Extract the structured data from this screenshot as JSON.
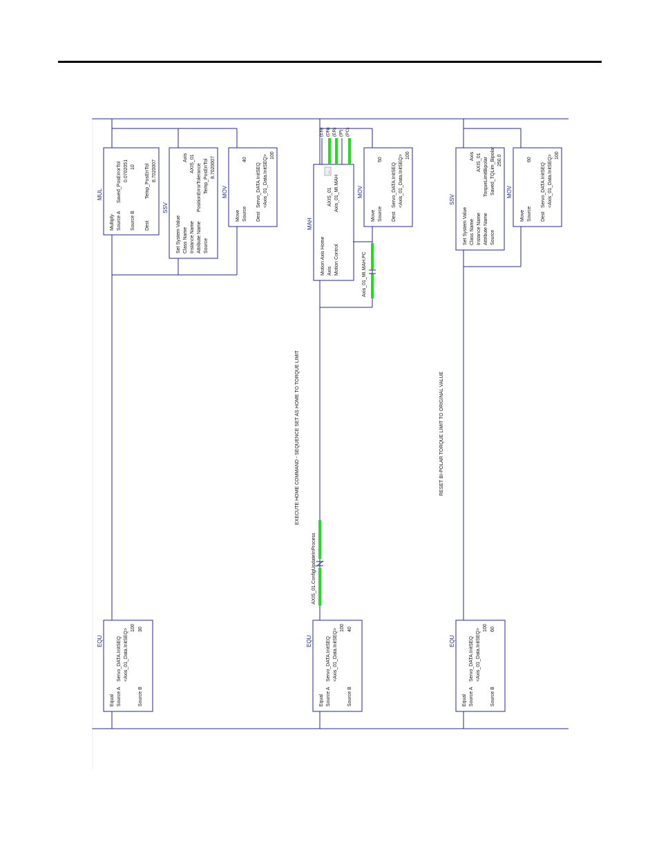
{
  "rungs": [
    {
      "equ": {
        "title": "EQU",
        "instr": "Equal",
        "src_a_label": "Source A",
        "src_a_tag": "Servo_DATA.InitSEQ",
        "src_a_val": "<Axis_01_Data.InitSEQ>",
        "src_a_num": "100",
        "src_b_label": "Source B",
        "src_b_val": "30"
      },
      "comment": "",
      "mul": {
        "title": "MUL",
        "instr": "Multiply",
        "src_a_label": "Source A",
        "src_a_tag": "Saved_PosErrorTol",
        "src_a_val": "0.0702051",
        "src_b_label": "Source B",
        "src_b_val": "10",
        "dest_label": "Dest",
        "dest_tag": "Temp_PosErrTol",
        "dest_val": "8.7020007"
      },
      "ssv": {
        "title": "SSV",
        "instr": "Set System Value",
        "cls_label": "Class Name",
        "cls_val": "Axis",
        "inst_label": "Instance Name",
        "inst_val": "AXIS_01",
        "attr_label": "Attribute Name",
        "attr_val": "PositionErrorTolerance",
        "src_label": "Source",
        "src_tag": "Temp_PosErrTol",
        "src_val": "8.7020007"
      },
      "mov": {
        "title": "MOV",
        "instr": "Move",
        "src_label": "Source",
        "src_val": "40",
        "dest_label": "Dest",
        "dest_tag": "Servo_DATA.InitSEQ",
        "dest_val": "<Axis_01_Data.InitSEQ>",
        "dest_num": "100"
      }
    },
    {
      "equ": {
        "title": "EQU",
        "instr": "Equal",
        "src_a_label": "Source A",
        "src_a_tag": "Servo_DATA.InitSEQ",
        "src_a_val": "<Axis_01_Data.InitSEQ>",
        "src_a_num": "100",
        "src_b_label": "Source B",
        "src_b_val": "40"
      },
      "comment": "EXECUTE HOME COMMAND - SEQUENCE SET AS HOME TO TORQUE LIMIT",
      "xio_tag": "AXIS_01.ConfigUpdateInProcess",
      "mah": {
        "title": "MAH",
        "instr": "Motion Axis Home",
        "axis_label": "Axis",
        "axis_val": "AXIS_01",
        "ellipsis": "...",
        "mc_label": "Motion Control",
        "mc_val": "Axis_01_MI.MAH",
        "bits": [
          "EN",
          "DN",
          "ER",
          "IP",
          "PC"
        ]
      },
      "mov": {
        "title": "MOV",
        "instr": "Move",
        "src_label": "Source",
        "src_val": "50",
        "dest_label": "Dest",
        "dest_tag": "Servo_DATA.InitSEQ",
        "dest_val": "<Axis_01_Data.InitSEQ>",
        "dest_num": "100"
      },
      "branch_tag": "Axis_01_MI.MAH.PC"
    },
    {
      "equ": {
        "title": "EQU",
        "instr": "Equal",
        "src_a_label": "Source A",
        "src_a_tag": "Servo_DATA.InitSEQ",
        "src_a_val": "<Axis_01_Data.InitSEQ>",
        "src_a_num": "100",
        "src_b_label": "Source B",
        "src_b_val": "60"
      },
      "comment": "RESET BI-POLAR TORQUE LIMIT TO ORIGINAL VALUE",
      "ssv": {
        "title": "SSV",
        "instr": "Set System Value",
        "cls_label": "Class Name",
        "cls_val": "Axis",
        "inst_label": "Instance Name",
        "inst_val": "AXIS_01",
        "attr_label": "Attribute Name",
        "attr_val": "TorqueLimitBipolar",
        "src_label": "Source",
        "src_tag": "Saved_TQLim_Bipolar",
        "src_val": "250.0"
      },
      "mov": {
        "title": "MOV",
        "instr": "Move",
        "src_label": "Source",
        "src_val": "60",
        "dest_label": "Dest",
        "dest_tag": "Servo_DATA.InitSEQ",
        "dest_val": "<Axis_01_Data.InitSEQ>",
        "dest_num": "100"
      }
    }
  ],
  "colors": {
    "wire": "#1f2a8a",
    "box_border": "#1f2a8a",
    "text": "#111111",
    "energized": "#22dd22",
    "rule": "#000000"
  }
}
